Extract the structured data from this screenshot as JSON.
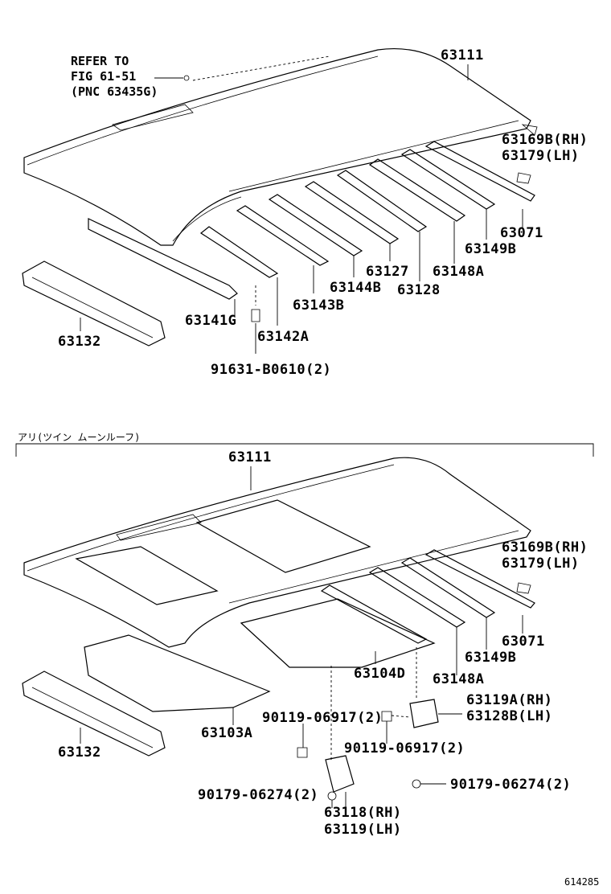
{
  "upper": {
    "refer_note": [
      "REFER TO",
      "FIG 61-51",
      "(PNC 63435G)"
    ],
    "labels": {
      "roof_panel": "63111",
      "rh_clip": "63169B(RH)",
      "lh_clip": "63179(LH)",
      "clip": "63071",
      "reinf_149b": "63149B",
      "reinf_148a": "63148A",
      "reinf_127": "63127",
      "reinf_128": "63128",
      "reinf_144b": "63144B",
      "reinf_143b": "63143B",
      "reinf_142a": "63142A",
      "reinf_141g": "63141G",
      "header": "63132",
      "bolt": "91631-B0610(2)"
    }
  },
  "section_title": "アリ(ツイン ムーンルーフ)",
  "lower": {
    "labels": {
      "roof_panel": "63111",
      "rh_clip": "63169B(RH)",
      "lh_clip": "63179(LH)",
      "clip": "63071",
      "reinf_149b": "63149B",
      "reinf_148a": "63148A",
      "reinf_104d": "63104D",
      "bracket_119a": "63119A(RH)",
      "bracket_128b": "63128B(LH)",
      "bolt_a": "90119-06917(2)",
      "bolt_b": "90119-06917(2)",
      "nut_a": "90179-06274(2)",
      "nut_b": "90179-06274(2)",
      "frame_103a": "63103A",
      "header": "63132",
      "bracket_118": "63118(RH)",
      "bracket_119": "63119(LH)"
    }
  },
  "figure_code": "614285"
}
